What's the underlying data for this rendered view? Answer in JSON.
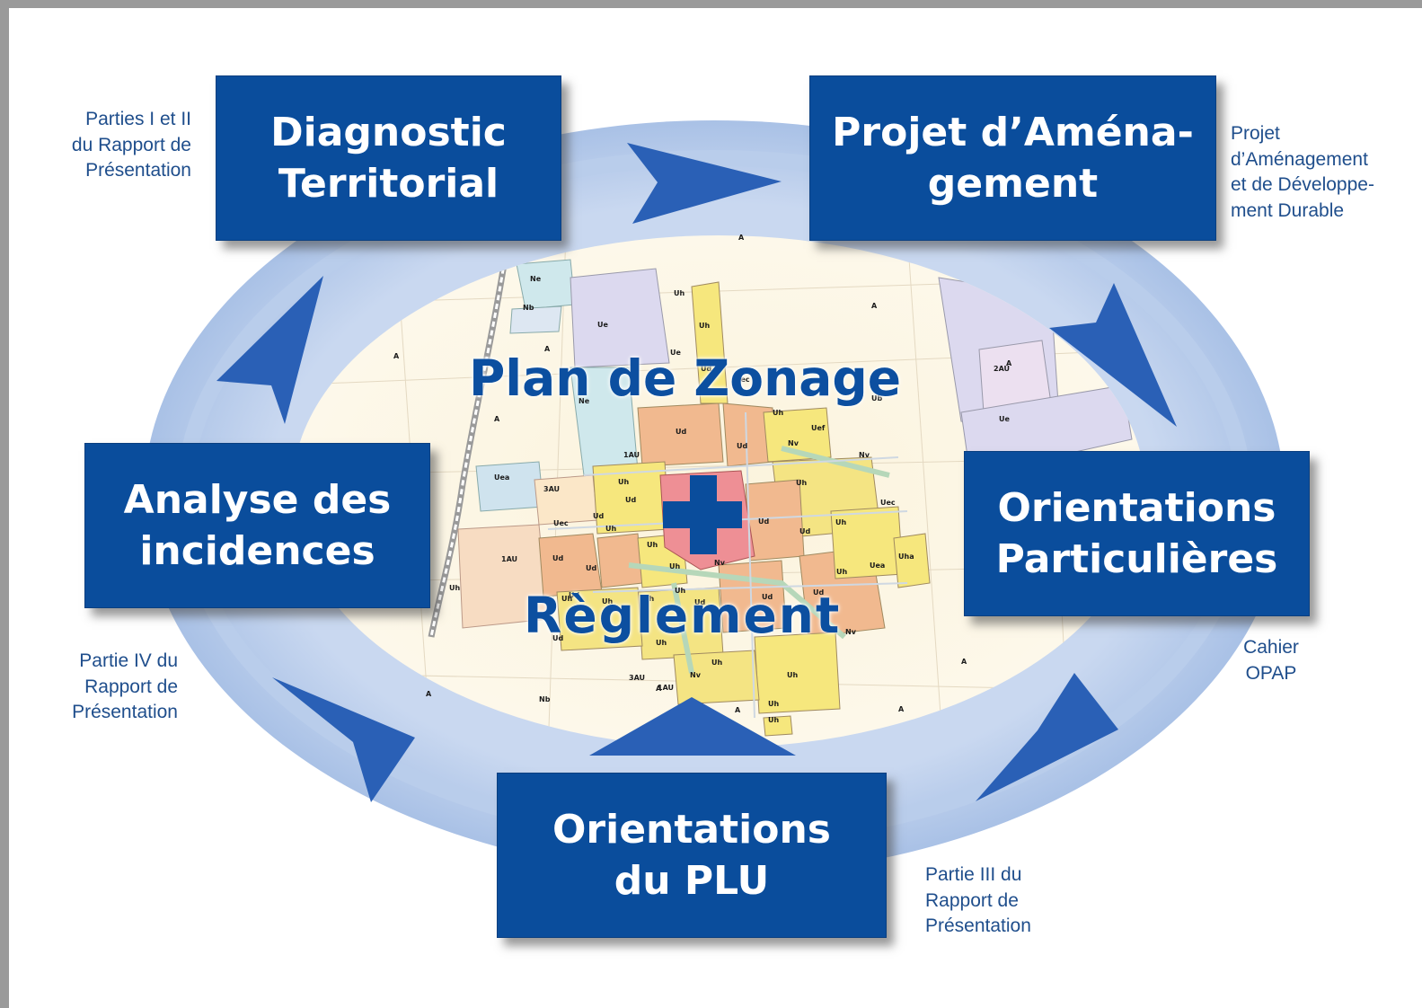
{
  "colors": {
    "box_fill": "#0a4d9c",
    "ring": "#9db8e2",
    "arrow": "#2a60b6",
    "note_text": "#1f4e8c",
    "center_text": "#0c4fa0"
  },
  "boxes": {
    "diagnostic": [
      "Diagnostic",
      "Territorial"
    ],
    "projet": [
      "Projet d’Aména-",
      "gement"
    ],
    "orientations_particulieres": [
      "Orientations",
      "Particulières"
    ],
    "orientations_plu": [
      "Orientations",
      "du PLU"
    ],
    "analyse": [
      "Analyse des",
      "incidences"
    ]
  },
  "notes": {
    "diagnostic": [
      "Parties I et II",
      "du Rapport de",
      "Présentation"
    ],
    "projet": [
      "Projet",
      "d’Aménagement",
      "et de Développe-",
      "ment Durable"
    ],
    "orientations_particulieres": [
      "Cahier",
      "OPAP"
    ],
    "orientations_plu": [
      "Partie III du",
      "Rapport de",
      "Présentation"
    ],
    "analyse": [
      "Partie IV du",
      "Rapport de",
      "Présentation"
    ]
  },
  "center": {
    "top": "Plan de Zonage",
    "bottom": "Règlement"
  },
  "map_zone_labels": [
    "Ne",
    "Nb",
    "Ue",
    "Ue",
    "Uh",
    "Uh",
    "Ud",
    "Uec",
    "Ub",
    "A",
    "A",
    "A",
    "A",
    "A",
    "A",
    "2AU",
    "Ue",
    "Ne",
    "Ud",
    "Ud",
    "Uh",
    "Uef",
    "Nv",
    "1AU",
    "Uea",
    "3AU",
    "Uh",
    "Ud",
    "Ud",
    "Uh",
    "Uh",
    "Nv",
    "Ud",
    "Uh",
    "Uec",
    "Uec",
    "Ud",
    "Ud",
    "Ud",
    "Uh",
    "Uh",
    "1AU",
    "Ud",
    "Ud",
    "Uh",
    "Uh",
    "Nv",
    "Uea",
    "Uha",
    "Uh",
    "Uh",
    "Ud",
    "Ud",
    "Uh",
    "Ud",
    "Uh",
    "1AU",
    "Uh",
    "Uh",
    "Nv",
    "3AU",
    "Uh",
    "Uh",
    "Nv",
    "Uh",
    "A",
    "Nb",
    "A",
    "A",
    "A",
    "A",
    "A"
  ]
}
